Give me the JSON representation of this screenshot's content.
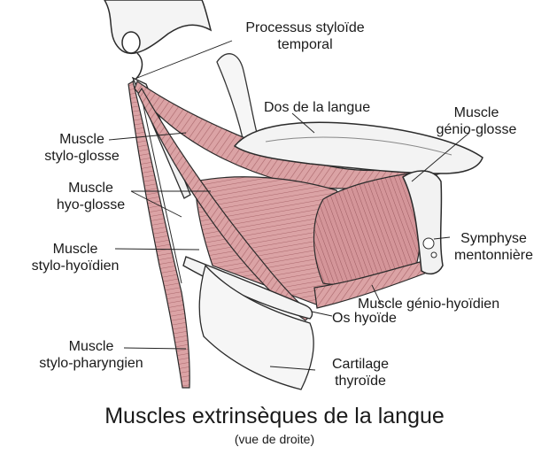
{
  "figure": {
    "title": "Muscles extrinsèques de la langue",
    "subtitle": "(vue de droite)",
    "labels": {
      "styloid_l1": "Processus styloïde",
      "styloid_l2": "temporal",
      "dorsum": "Dos de la langue",
      "genioglossus_l1": "Muscle",
      "genioglossus_l2": "génio-glosse",
      "styloglossus_l1": "Muscle",
      "styloglossus_l2": "stylo-glosse",
      "hyoglossus_l1": "Muscle",
      "hyoglossus_l2": "hyo-glosse",
      "stylohyoid_l1": "Muscle",
      "stylohyoid_l2": "stylo-hyoïdien",
      "symphysis_l1": "Symphyse",
      "symphysis_l2": "mentonnière",
      "geniohyoid": "Muscle génio-hyoïdien",
      "hyoid": "Os hyoïde",
      "stylopharyngeus_l1": "Muscle",
      "stylopharyngeus_l2": "stylo-pharyngien",
      "thyroid_l1": "Cartilage",
      "thyroid_l2": "thyroïde"
    },
    "colors": {
      "muscle": "#d9a0a2",
      "muscle_dark": "#b06a6e",
      "bone": "#f2f2f2",
      "outline": "#2b2b2b"
    }
  }
}
